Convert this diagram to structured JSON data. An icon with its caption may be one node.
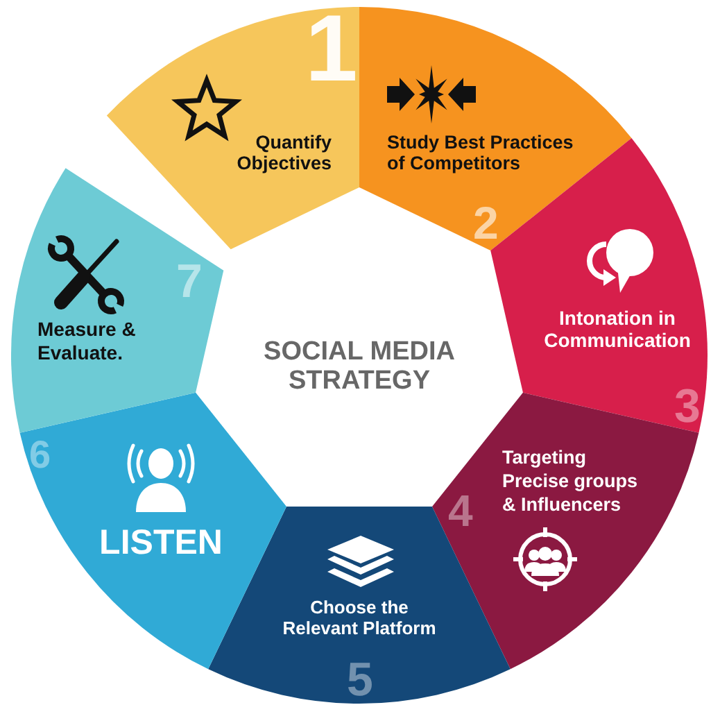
{
  "diagram": {
    "title": "SOCIAL MEDIA STRATEGY",
    "nodes": [
      {
        "text": [
          "1",
          "Quantify Objectives"
        ]
      },
      {
        "text": [
          "Study Best Practices of Competitors",
          "2"
        ]
      },
      {
        "text": [
          "Intonation in Communication",
          "3"
        ]
      },
      {
        "text": [
          "Targeting Precise groups & Influencers",
          "4"
        ]
      },
      {
        "text": [
          "Choose the Relevant Platform",
          "5"
        ]
      },
      {
        "text": [
          "6",
          "LISTEN"
        ]
      },
      {
        "text": [
          "7",
          "Measure & Evaluate."
        ]
      }
    ]
  }
}
